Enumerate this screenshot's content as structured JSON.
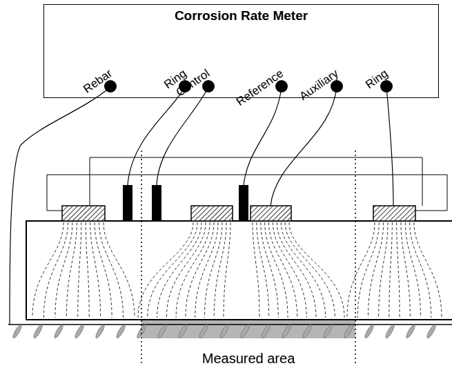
{
  "diagram": {
    "nodes": [
      {
        "text": [
          "Corrosion Rate Meter"
        ]
      }
    ],
    "labels": [
      "Rebar",
      "Ring",
      "Control",
      "Reference",
      "Auxiliary",
      "Ring",
      "Measured area"
    ]
  }
}
